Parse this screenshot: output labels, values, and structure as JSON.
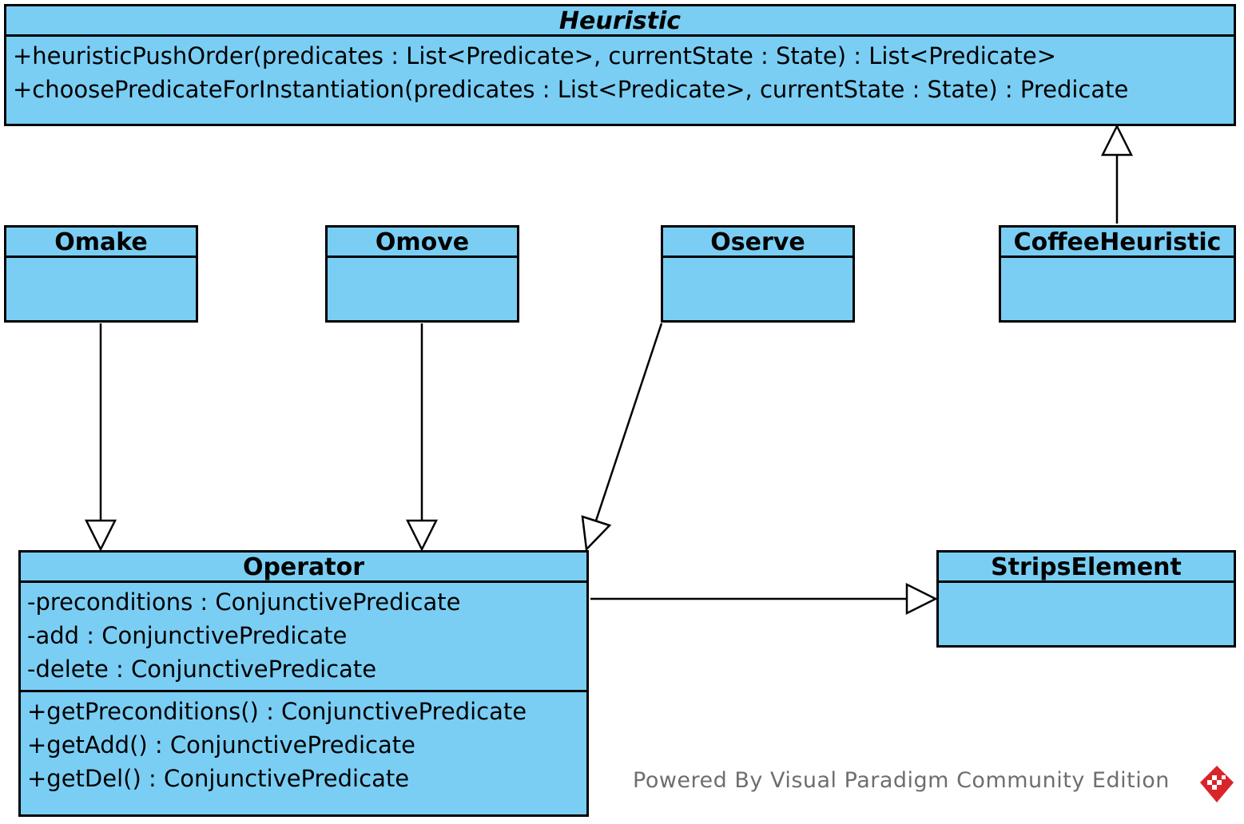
{
  "classes": {
    "heuristic": {
      "name": "Heuristic",
      "operations": [
        "+heuristicPushOrder(predicates : List<Predicate>, currentState : State) : List<Predicate>",
        "+choosePredicateForInstantiation(predicates : List<Predicate>, currentState : State) : Predicate"
      ]
    },
    "omake": {
      "name": "Omake"
    },
    "omove": {
      "name": "Omove"
    },
    "oserve": {
      "name": "Oserve"
    },
    "coffee_heuristic": {
      "name": "CoffeeHeuristic"
    },
    "operator": {
      "name": "Operator",
      "attributes": [
        "-preconditions : ConjunctivePredicate",
        "-add : ConjunctivePredicate",
        "-delete : ConjunctivePredicate"
      ],
      "operations": [
        "+getPreconditions() : ConjunctivePredicate",
        "+getAdd() : ConjunctivePredicate",
        "+getDel() : ConjunctivePredicate"
      ]
    },
    "strips_element": {
      "name": "StripsElement"
    }
  },
  "relationships": [
    {
      "type": "generalization",
      "from": "Omake",
      "to": "Operator"
    },
    {
      "type": "generalization",
      "from": "Omove",
      "to": "Operator"
    },
    {
      "type": "generalization",
      "from": "Oserve",
      "to": "Operator"
    },
    {
      "type": "generalization",
      "from": "CoffeeHeuristic",
      "to": "Heuristic"
    },
    {
      "type": "generalization",
      "from": "Operator",
      "to": "StripsElement"
    }
  ],
  "watermark": "Powered By Visual Paradigm Community Edition",
  "colors": {
    "class_fill": "#7acef4",
    "border": "#000000",
    "watermark_text": "#6e6e6e",
    "logo": "#d9242a"
  }
}
